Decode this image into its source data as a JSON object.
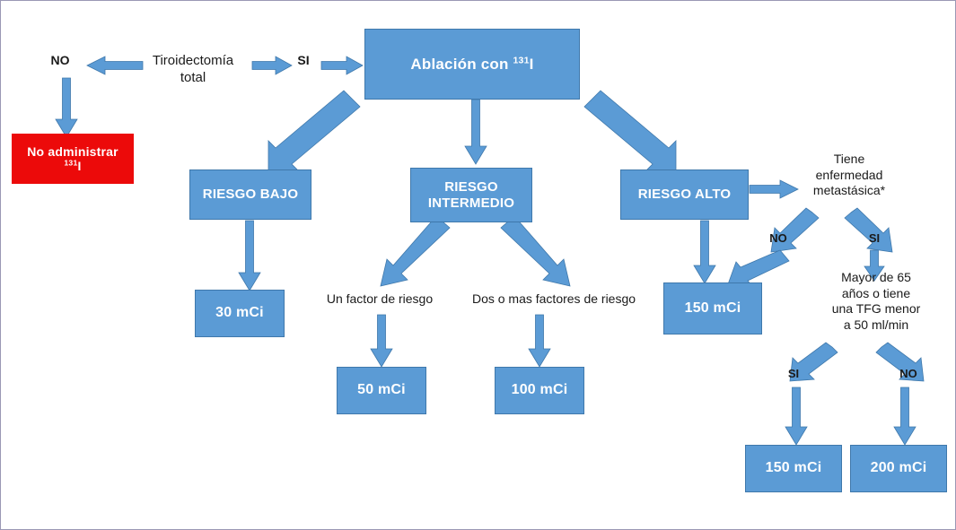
{
  "diagram": {
    "title": "Algoritmo de ablacion con I-131",
    "colors": {
      "box_fill": "#5b9bd5",
      "box_border": "#3f78ab",
      "danger_fill": "#ec0a0a",
      "arrow_fill": "#5b9bd5",
      "arrow_stroke": "#3f78ab",
      "text_on_box": "#ffffff",
      "text_plain": "#1a1a1a",
      "frame_border": "#9a98b5"
    },
    "nodes": {
      "decision_thyroidectomy": {
        "line1": "Tiroidectomía",
        "line2": "total"
      },
      "branch_no_top": "NO",
      "branch_si_top": "SI",
      "no_administrar": {
        "line1": "No administrar",
        "isotope_sup": "131",
        "isotope": "I"
      },
      "ablacion": {
        "text_before": "Ablación con ",
        "isotope_sup": "131",
        "isotope": "I"
      },
      "riesgo_bajo": "RIESGO BAJO",
      "riesgo_intermedio": {
        "line1": "RIESGO",
        "line2": "INTERMEDIO"
      },
      "riesgo_alto": "RIESGO ALTO",
      "dose_30": "30 mCi",
      "factor_uno": "Un factor de riesgo",
      "factor_dos": "Dos o mas factores de riesgo",
      "dose_50": "50 mCi",
      "dose_100": "100 mCi",
      "dose_150_alto": "150 mCi",
      "metastasica": {
        "line1": "Tiene",
        "line2": "enfermedad",
        "line3": "metastásica*"
      },
      "branch_no_meta": "NO",
      "branch_si_meta": "SI",
      "edad_tfg": {
        "line1": "Mayor de 65",
        "line2": "años o tiene",
        "line3": "una TFG menor",
        "line4": "a 50 ml/min"
      },
      "branch_si_edad": "SI",
      "branch_no_edad": "NO",
      "dose_150_final": "150 mCi",
      "dose_200_final": "200 mCi"
    }
  }
}
